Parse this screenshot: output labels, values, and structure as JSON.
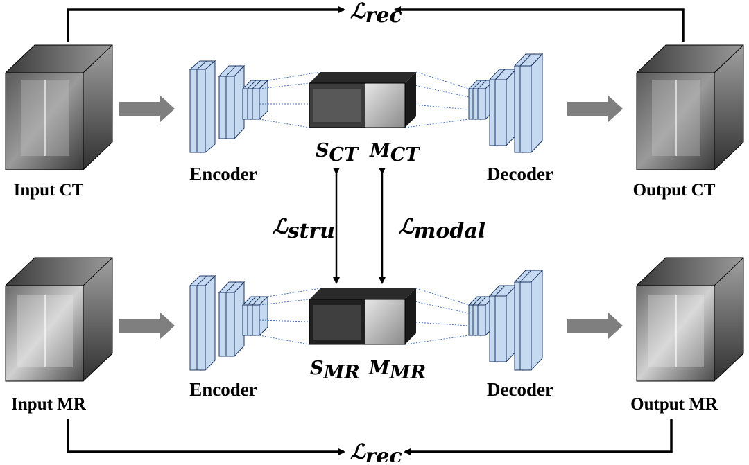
{
  "labels": {
    "input_ct": "Input CT",
    "output_ct": "Output CT",
    "input_mr": "Input MR",
    "output_mr": "Output MR",
    "encoder_top": "Encoder",
    "decoder_top": "Decoder",
    "encoder_bottom": "Encoder",
    "decoder_bottom": "Decoder"
  },
  "latents": {
    "s_ct": {
      "main": "S",
      "sub": "CT"
    },
    "m_ct": {
      "main": "M",
      "sub": "CT"
    },
    "s_mr": {
      "main": "S",
      "sub": "MR"
    },
    "m_mr": {
      "main": "M",
      "sub": "MR"
    }
  },
  "losses": {
    "rec_top": {
      "main": "ℒ",
      "sub": "rec"
    },
    "rec_bottom": {
      "main": "ℒ",
      "sub": "rec"
    },
    "stru": {
      "main": "ℒ",
      "sub": "stru"
    },
    "modal": {
      "main": "ℒ",
      "sub": "modal"
    }
  },
  "colors": {
    "encoder_fill": "#c5d9f1",
    "encoder_stroke": "#1f3864",
    "flow_arrow": "#7f7f7f",
    "dotted_line": "#4472c4",
    "volume_dark": "#2a2a2a",
    "volume_light": "#bdbdbd"
  }
}
